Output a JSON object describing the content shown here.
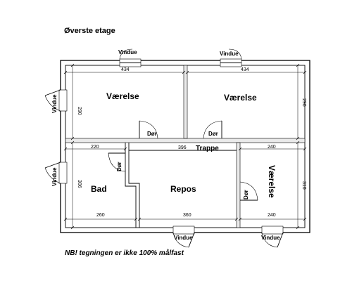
{
  "title": "Øverste etage",
  "note": "NB! tegningen er ikke 100% målfast",
  "rooms": {
    "top_left": "Værelse",
    "top_right": "Værelse",
    "bad": "Bad",
    "repos": "Repos",
    "bottom_right": "Værelse",
    "trappe": "Trappe"
  },
  "windows": {
    "top_left": "Vindue",
    "top_right": "Vindue",
    "left_upper": "Vindue",
    "left_lower": "Vindue",
    "bottom_mid": "Vindue",
    "bottom_right": "Vindue"
  },
  "doors": {
    "top_left": "Dør",
    "top_right": "Dør",
    "bad": "Dør",
    "bottom_right": "Dør"
  },
  "dimensions": {
    "top_left_width": "434",
    "top_right_width": "434",
    "top_left_height": "290",
    "top_right_height": "290",
    "bad_top": "220",
    "repos_top": "396",
    "right_top": "240",
    "bad_height": "306",
    "right_height": "310",
    "bad_bottom": "260",
    "repos_bottom": "360",
    "right_bottom": "240"
  }
}
